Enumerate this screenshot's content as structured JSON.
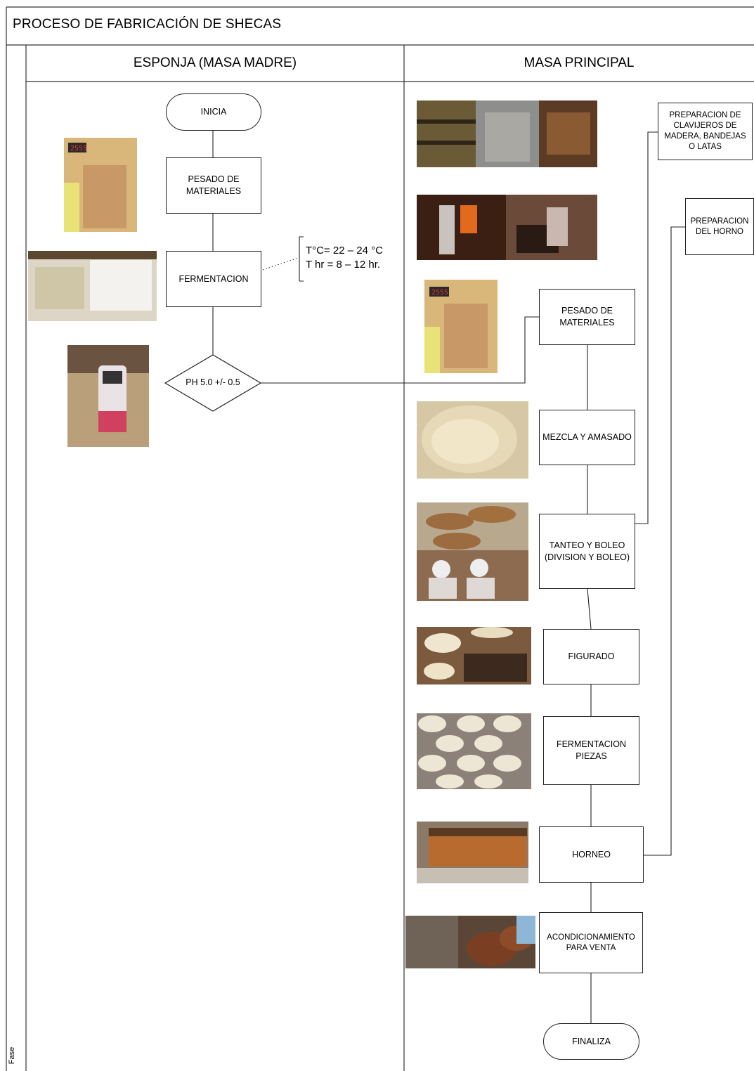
{
  "title": "PROCESO DE FABRICACIÓN DE SHECAS",
  "side_label": "Fase",
  "lanes": {
    "left": "ESPONJA (MASA MADRE)",
    "right": "MASA PRINCIPAL"
  },
  "left_steps": {
    "start": "INICIA",
    "weighing": "PESADO DE MATERIALES",
    "fermentation": "FERMENTACION",
    "ph_check": "PH 5.0 +/- 0.5"
  },
  "fermentation_note": {
    "temperature": "T°C= 22 – 24 °C",
    "time": "T hr = 8 – 12 hr."
  },
  "right_steps": {
    "trays": "PREPARACION DE CLAVIJEROS DE MADERA, BANDEJAS O LATAS",
    "oven_prep": "PREPARACION DEL HORNO",
    "weighing": "PESADO DE MATERIALES",
    "mixing": "MEZCLA Y AMASADO",
    "division": "TANTEO Y BOLEO (DIVISION Y BOLEO)",
    "shaping": "FIGURADO",
    "piece_fermentation": "FERMENTACION PIEZAS",
    "baking": "HORNEO",
    "packaging": "ACONDICIONAMIENTO PARA VENTA",
    "end": "FINALIZA"
  },
  "photos": [
    "flour-bag-on-scale-photo",
    "sponge-dough-tray-photo",
    "ph-meter-photo",
    "wooden-trays-photo",
    "bread-oven-photo",
    "flour-bag-on-scale-photo",
    "mixing-bowl-photo",
    "dough-balls-photo",
    "shaping-bread-photo",
    "proofing-pieces-photo",
    "baking-in-oven-photo",
    "finished-bread-photo"
  ],
  "colors": {
    "line": "#222222",
    "border": "#333333"
  }
}
